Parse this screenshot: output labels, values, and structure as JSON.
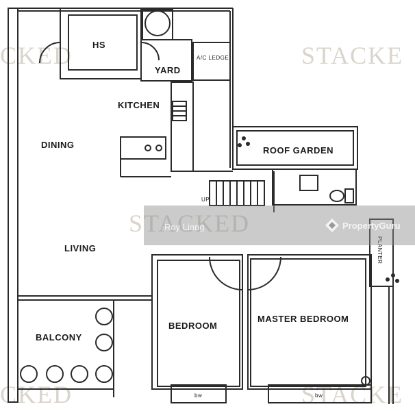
{
  "rooms": {
    "hs": "HS",
    "yard": "YARD",
    "ac_ledge": "A/C LEDGE",
    "kitchen": "KITCHEN",
    "dining": "DINING",
    "roof_garden": "ROOF GARDEN",
    "living": "LIVING",
    "up": "UP",
    "planter": "PLANTER",
    "balcony": "BALCONY",
    "bedroom": "BEDROOM",
    "master_bedroom": "MASTER BEDROOM",
    "bw_left": "bw",
    "bw_right": "bw"
  },
  "watermark": {
    "top_left": "CKED",
    "top_right": "STACKE",
    "middle": "STACKED",
    "bottom_left": "CKED",
    "bottom_right": "STACKE"
  },
  "overlay": {
    "agent_name": "Roy Liang",
    "brand": "PropertyGuru"
  },
  "colors": {
    "wall": "#2a2a2a",
    "overlay": "#8c8c8c",
    "watermark": "#d9d4cc"
  }
}
